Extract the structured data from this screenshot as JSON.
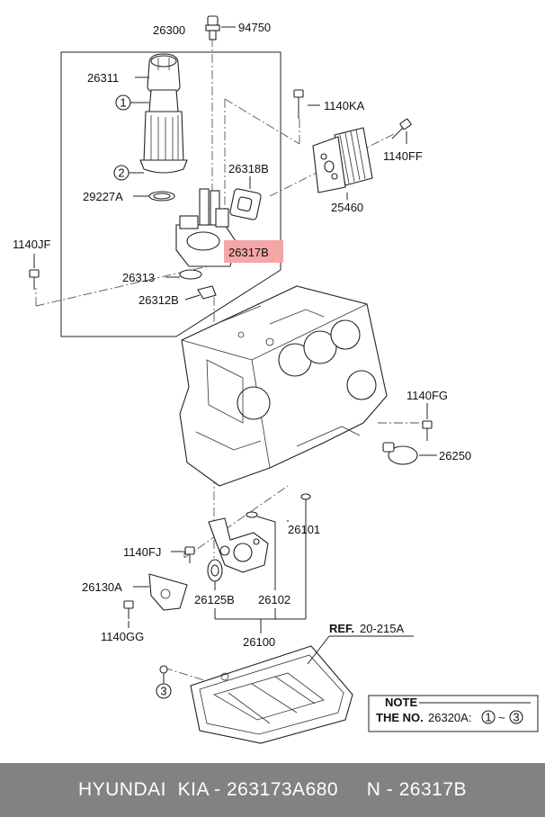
{
  "labels": {
    "p26300": "26300",
    "p94750": "94750",
    "p26311": "26311",
    "p1140KA": "1140KA",
    "p1140FF": "1140FF",
    "p26318B": "26318B",
    "p29227A": "29227A",
    "p25460": "25460",
    "p1140JF": "1140JF",
    "p26317B": "26317B",
    "p26313": "26313",
    "p26312B": "26312B",
    "p1140FG": "1140FG",
    "p26250": "26250",
    "p26101": "26101",
    "p1140FJ": "1140FJ",
    "p26130A": "26130A",
    "p26125B": "26125B",
    "p26102": "26102",
    "p1140GG": "1140GG",
    "p26100": "26100",
    "ref": "REF.",
    "ref_num": "20-215A",
    "c1": "1",
    "c2": "2",
    "c3": "3"
  },
  "note": {
    "title": "NOTE",
    "prefix": "THE NO.",
    "part": "26320A:",
    "from": "1",
    "tilde": "~",
    "to": "3"
  },
  "highlight_color": "#f4a6a6",
  "footer": {
    "brand": "HYUNDAI  KIA - 263173A680",
    "code": "N - 26317B"
  }
}
